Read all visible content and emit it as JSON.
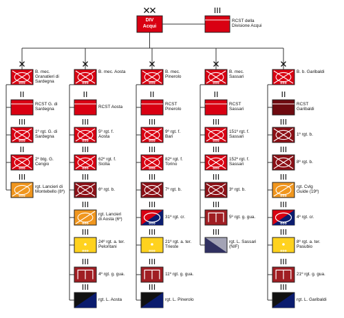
{
  "top": {
    "div": {
      "line1": "DIV",
      "line2": "Acqui",
      "symbol": "XX",
      "color": "#d90012"
    },
    "rcst": {
      "label": "RCST della\nDivisione Acqui",
      "symbol": "III",
      "color": "#d90012"
    }
  },
  "columns": [
    {
      "brigade": {
        "label": "B. mec.\nGranatieri di\nSardegna",
        "symbol": "X"
      },
      "units": [
        {
          "label": "RCST G. di\nSardegna",
          "symbol": "II",
          "type": "rcst",
          "fill": "#d90012"
        },
        {
          "label": "1º rgt. G. di\nSardegna",
          "symbol": "III",
          "type": "mech",
          "fill": "#d90012"
        },
        {
          "label": "2º btg. G.\nCengio",
          "symbol": "II",
          "type": "mech",
          "fill": "#d90012"
        },
        {
          "label": "rgt. Lancieri di\nMontebello (8º)",
          "symbol": "III",
          "type": "recon",
          "fill": "#f0961e"
        }
      ]
    },
    {
      "brigade": {
        "label": "B. mec. Aosta",
        "symbol": "X"
      },
      "units": [
        {
          "label": "RCST Aosta",
          "symbol": "II",
          "type": "rcst",
          "fill": "#d90012"
        },
        {
          "label": "5º rgt. f.\nAosta",
          "symbol": "III",
          "type": "mech",
          "fill": "#d90012"
        },
        {
          "label": "62º rgt. f.\nSicilia",
          "symbol": "III",
          "type": "mech",
          "fill": "#d90012"
        },
        {
          "label": "6º rgt. b.",
          "symbol": "III",
          "type": "armor",
          "fill": "#8c1016"
        },
        {
          "label": "rgt. Lancieri\ndi Aosta (6º)",
          "symbol": "III",
          "type": "recon",
          "fill": "#f0961e"
        },
        {
          "label": "24º rgt. a. ter.\nPeloritani",
          "symbol": "III",
          "type": "arty",
          "fill": "#ffd21e"
        },
        {
          "label": "4º rgt. g. gua.",
          "symbol": "III",
          "type": "eng",
          "fill": "#a01e23"
        },
        {
          "label": "rgt. L. Aosta",
          "symbol": "III",
          "type": "log",
          "fill": "#0b1c6e"
        }
      ]
    },
    {
      "brigade": {
        "label": "B. mec.\nPinerolo",
        "symbol": "X"
      },
      "units": [
        {
          "label": "RCST\nPinerolo",
          "symbol": "II",
          "type": "rcst",
          "fill": "#d90012"
        },
        {
          "label": "9º rgt. f.\nBari",
          "symbol": "III",
          "type": "mech",
          "fill": "#d90012"
        },
        {
          "label": "82º rgt. f.\nTorino",
          "symbol": "III",
          "type": "mech",
          "fill": "#d90012"
        },
        {
          "label": "7º rgt. b.",
          "symbol": "III",
          "type": "armor",
          "fill": "#8c1016"
        },
        {
          "label": "31º rgt. cr.",
          "symbol": "III",
          "type": "tank",
          "fill": "#0b1c6e"
        },
        {
          "label": "21º rgt. a. ter.\nTrieste",
          "symbol": "III",
          "type": "arty",
          "fill": "#ffd21e"
        },
        {
          "label": "11º rgt. g. gua.",
          "symbol": "III",
          "type": "eng",
          "fill": "#a01e23"
        },
        {
          "label": "rgt. L. Pinerolo",
          "symbol": "III",
          "type": "log",
          "fill": "#0b1c6e"
        }
      ]
    },
    {
      "brigade": {
        "label": "B. mec.\nSassari",
        "symbol": "X"
      },
      "units": [
        {
          "label": "RCST\nSassari",
          "symbol": "II",
          "type": "rcst",
          "fill": "#d90012"
        },
        {
          "label": "151º rgt. f.\nSassari",
          "symbol": "III",
          "type": "mech",
          "fill": "#d90012"
        },
        {
          "label": "152º rgt. f.\nSassari",
          "symbol": "III",
          "type": "mech",
          "fill": "#d90012"
        },
        {
          "label": "3º rgt. b.",
          "symbol": "III",
          "type": "armor",
          "fill": "#8c1016"
        },
        {
          "label": "5º rgt. g. gua.",
          "symbol": "III",
          "type": "eng",
          "fill": "#a01e23"
        },
        {
          "label": "rgt. L. Sassari\n(NIF)",
          "symbol": "III",
          "type": "nif",
          "fill": "#5a5a78"
        }
      ]
    },
    {
      "brigade": {
        "label": "B. b. Garibaldi",
        "symbol": "X"
      },
      "units": [
        {
          "label": "RCST\nGaribaldi",
          "symbol": "II",
          "type": "rcst",
          "fill": "#6e0a10"
        },
        {
          "label": "1º rgt. b.",
          "symbol": "III",
          "type": "armor",
          "fill": "#8c1016"
        },
        {
          "label": "8º rgt. b.",
          "symbol": "III",
          "type": "armor",
          "fill": "#8c1016"
        },
        {
          "label": "rgt. Cvlg\nGuide (19º)",
          "symbol": "III",
          "type": "recon",
          "fill": "#f0961e"
        },
        {
          "label": "4º rgt. cr.",
          "symbol": "III",
          "type": "tank",
          "fill": "#0b1c6e"
        },
        {
          "label": "8º rgt. a. ter.\nPasubio",
          "symbol": "III",
          "type": "arty",
          "fill": "#ffd21e"
        },
        {
          "label": "21º rgt. g. gua.",
          "symbol": "III",
          "type": "eng",
          "fill": "#a01e23"
        },
        {
          "label": "rgt. L. Garibaldi",
          "symbol": "III",
          "type": "log",
          "fill": "#0b1c6e"
        }
      ]
    }
  ]
}
